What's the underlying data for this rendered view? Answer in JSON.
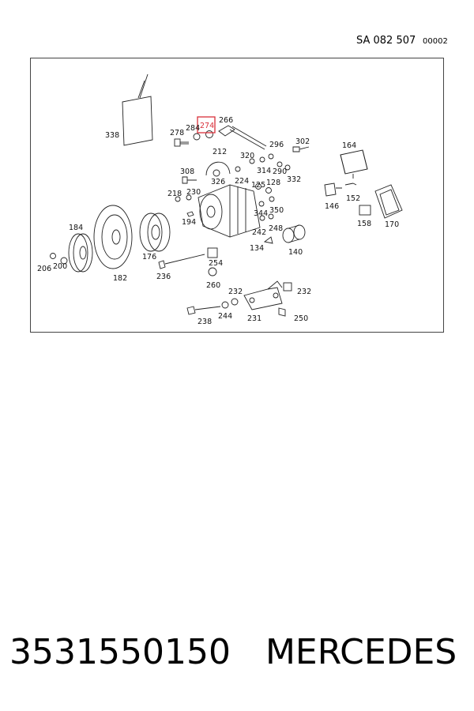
{
  "header": {
    "diagram_code": "SA 082 507",
    "sheet_number": "00002"
  },
  "diagram": {
    "highlight_color": "#d9303a",
    "callouts": [
      {
        "id": "338",
        "label": "338"
      },
      {
        "id": "278",
        "label": "278"
      },
      {
        "id": "284",
        "label": "284"
      },
      {
        "id": "274",
        "label": "274"
      },
      {
        "id": "266",
        "label": "266"
      },
      {
        "id": "212",
        "label": "212"
      },
      {
        "id": "320",
        "label": "320"
      },
      {
        "id": "296",
        "label": "296"
      },
      {
        "id": "302",
        "label": "302"
      },
      {
        "id": "164",
        "label": "164"
      },
      {
        "id": "308",
        "label": "308"
      },
      {
        "id": "326",
        "label": "326"
      },
      {
        "id": "224",
        "label": "224"
      },
      {
        "id": "314",
        "label": "314"
      },
      {
        "id": "290",
        "label": "290"
      },
      {
        "id": "332",
        "label": "332"
      },
      {
        "id": "125",
        "label": "125"
      },
      {
        "id": "128",
        "label": "128"
      },
      {
        "id": "218",
        "label": "218"
      },
      {
        "id": "230",
        "label": "230"
      },
      {
        "id": "152",
        "label": "152"
      },
      {
        "id": "146",
        "label": "146"
      },
      {
        "id": "344",
        "label": "344"
      },
      {
        "id": "350",
        "label": "350"
      },
      {
        "id": "194",
        "label": "194"
      },
      {
        "id": "158",
        "label": "158"
      },
      {
        "id": "170",
        "label": "170"
      },
      {
        "id": "184",
        "label": "184"
      },
      {
        "id": "242",
        "label": "242"
      },
      {
        "id": "248",
        "label": "248"
      },
      {
        "id": "134",
        "label": "134"
      },
      {
        "id": "140",
        "label": "140"
      },
      {
        "id": "200",
        "label": "200"
      },
      {
        "id": "206",
        "label": "206"
      },
      {
        "id": "176",
        "label": "176"
      },
      {
        "id": "254",
        "label": "254"
      },
      {
        "id": "182",
        "label": "182"
      },
      {
        "id": "236",
        "label": "236"
      },
      {
        "id": "260",
        "label": "260"
      },
      {
        "id": "232a",
        "label": "232"
      },
      {
        "id": "232b",
        "label": "232"
      },
      {
        "id": "238",
        "label": "238"
      },
      {
        "id": "244",
        "label": "244"
      },
      {
        "id": "231",
        "label": "231"
      },
      {
        "id": "250",
        "label": "250"
      }
    ]
  },
  "footer": {
    "part_number": "3531550150",
    "brand": "MERCEDES"
  }
}
